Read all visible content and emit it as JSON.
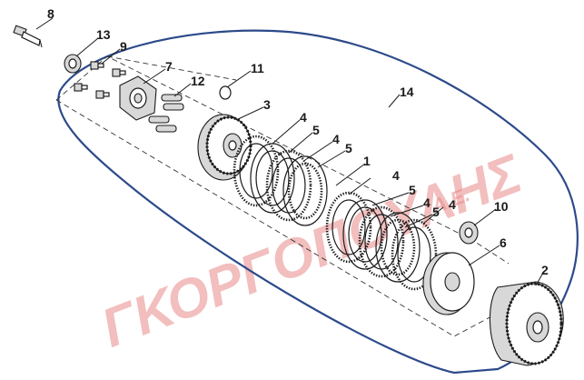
{
  "watermark": {
    "main_text": "ΓΚΟΡΓΟΠΟΥΛΗΣ",
    "suffix_text": "Α.Ε.",
    "color": "#e88a8a"
  },
  "callouts": [
    {
      "id": "8",
      "label": "8"
    },
    {
      "id": "13",
      "label": "13"
    },
    {
      "id": "9",
      "label": "9"
    },
    {
      "id": "7",
      "label": "7"
    },
    {
      "id": "12",
      "label": "12"
    },
    {
      "id": "11",
      "label": "11"
    },
    {
      "id": "3",
      "label": "3"
    },
    {
      "id": "14",
      "label": "14"
    },
    {
      "id": "4a",
      "label": "4"
    },
    {
      "id": "5a",
      "label": "5"
    },
    {
      "id": "4b",
      "label": "4"
    },
    {
      "id": "5b",
      "label": "5"
    },
    {
      "id": "1",
      "label": "1"
    },
    {
      "id": "4c",
      "label": "4"
    },
    {
      "id": "5c",
      "label": "5"
    },
    {
      "id": "4d",
      "label": "4"
    },
    {
      "id": "5d",
      "label": "5"
    },
    {
      "id": "4e",
      "label": "4"
    },
    {
      "id": "10",
      "label": "10"
    },
    {
      "id": "6",
      "label": "6"
    },
    {
      "id": "2",
      "label": "2"
    }
  ],
  "colors": {
    "outline": "#2c4a8a",
    "line": "#1a1a1a"
  }
}
